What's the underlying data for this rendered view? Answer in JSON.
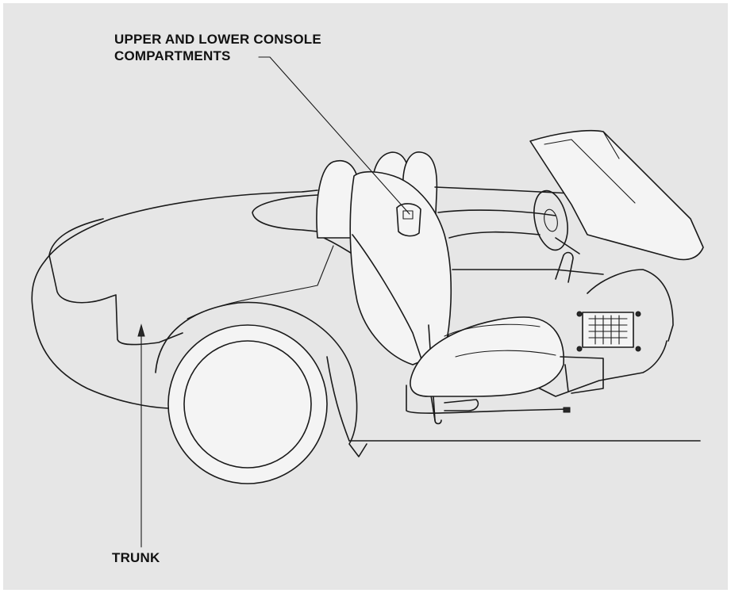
{
  "labels": {
    "console_line1": "UPPER AND LOWER CONSOLE",
    "console_line2": "COMPARTMENTS",
    "trunk": "TRUNK"
  },
  "colors": {
    "background": "#e6e6e6",
    "frame": "#ffffff",
    "ink": "#1a1a1a"
  }
}
